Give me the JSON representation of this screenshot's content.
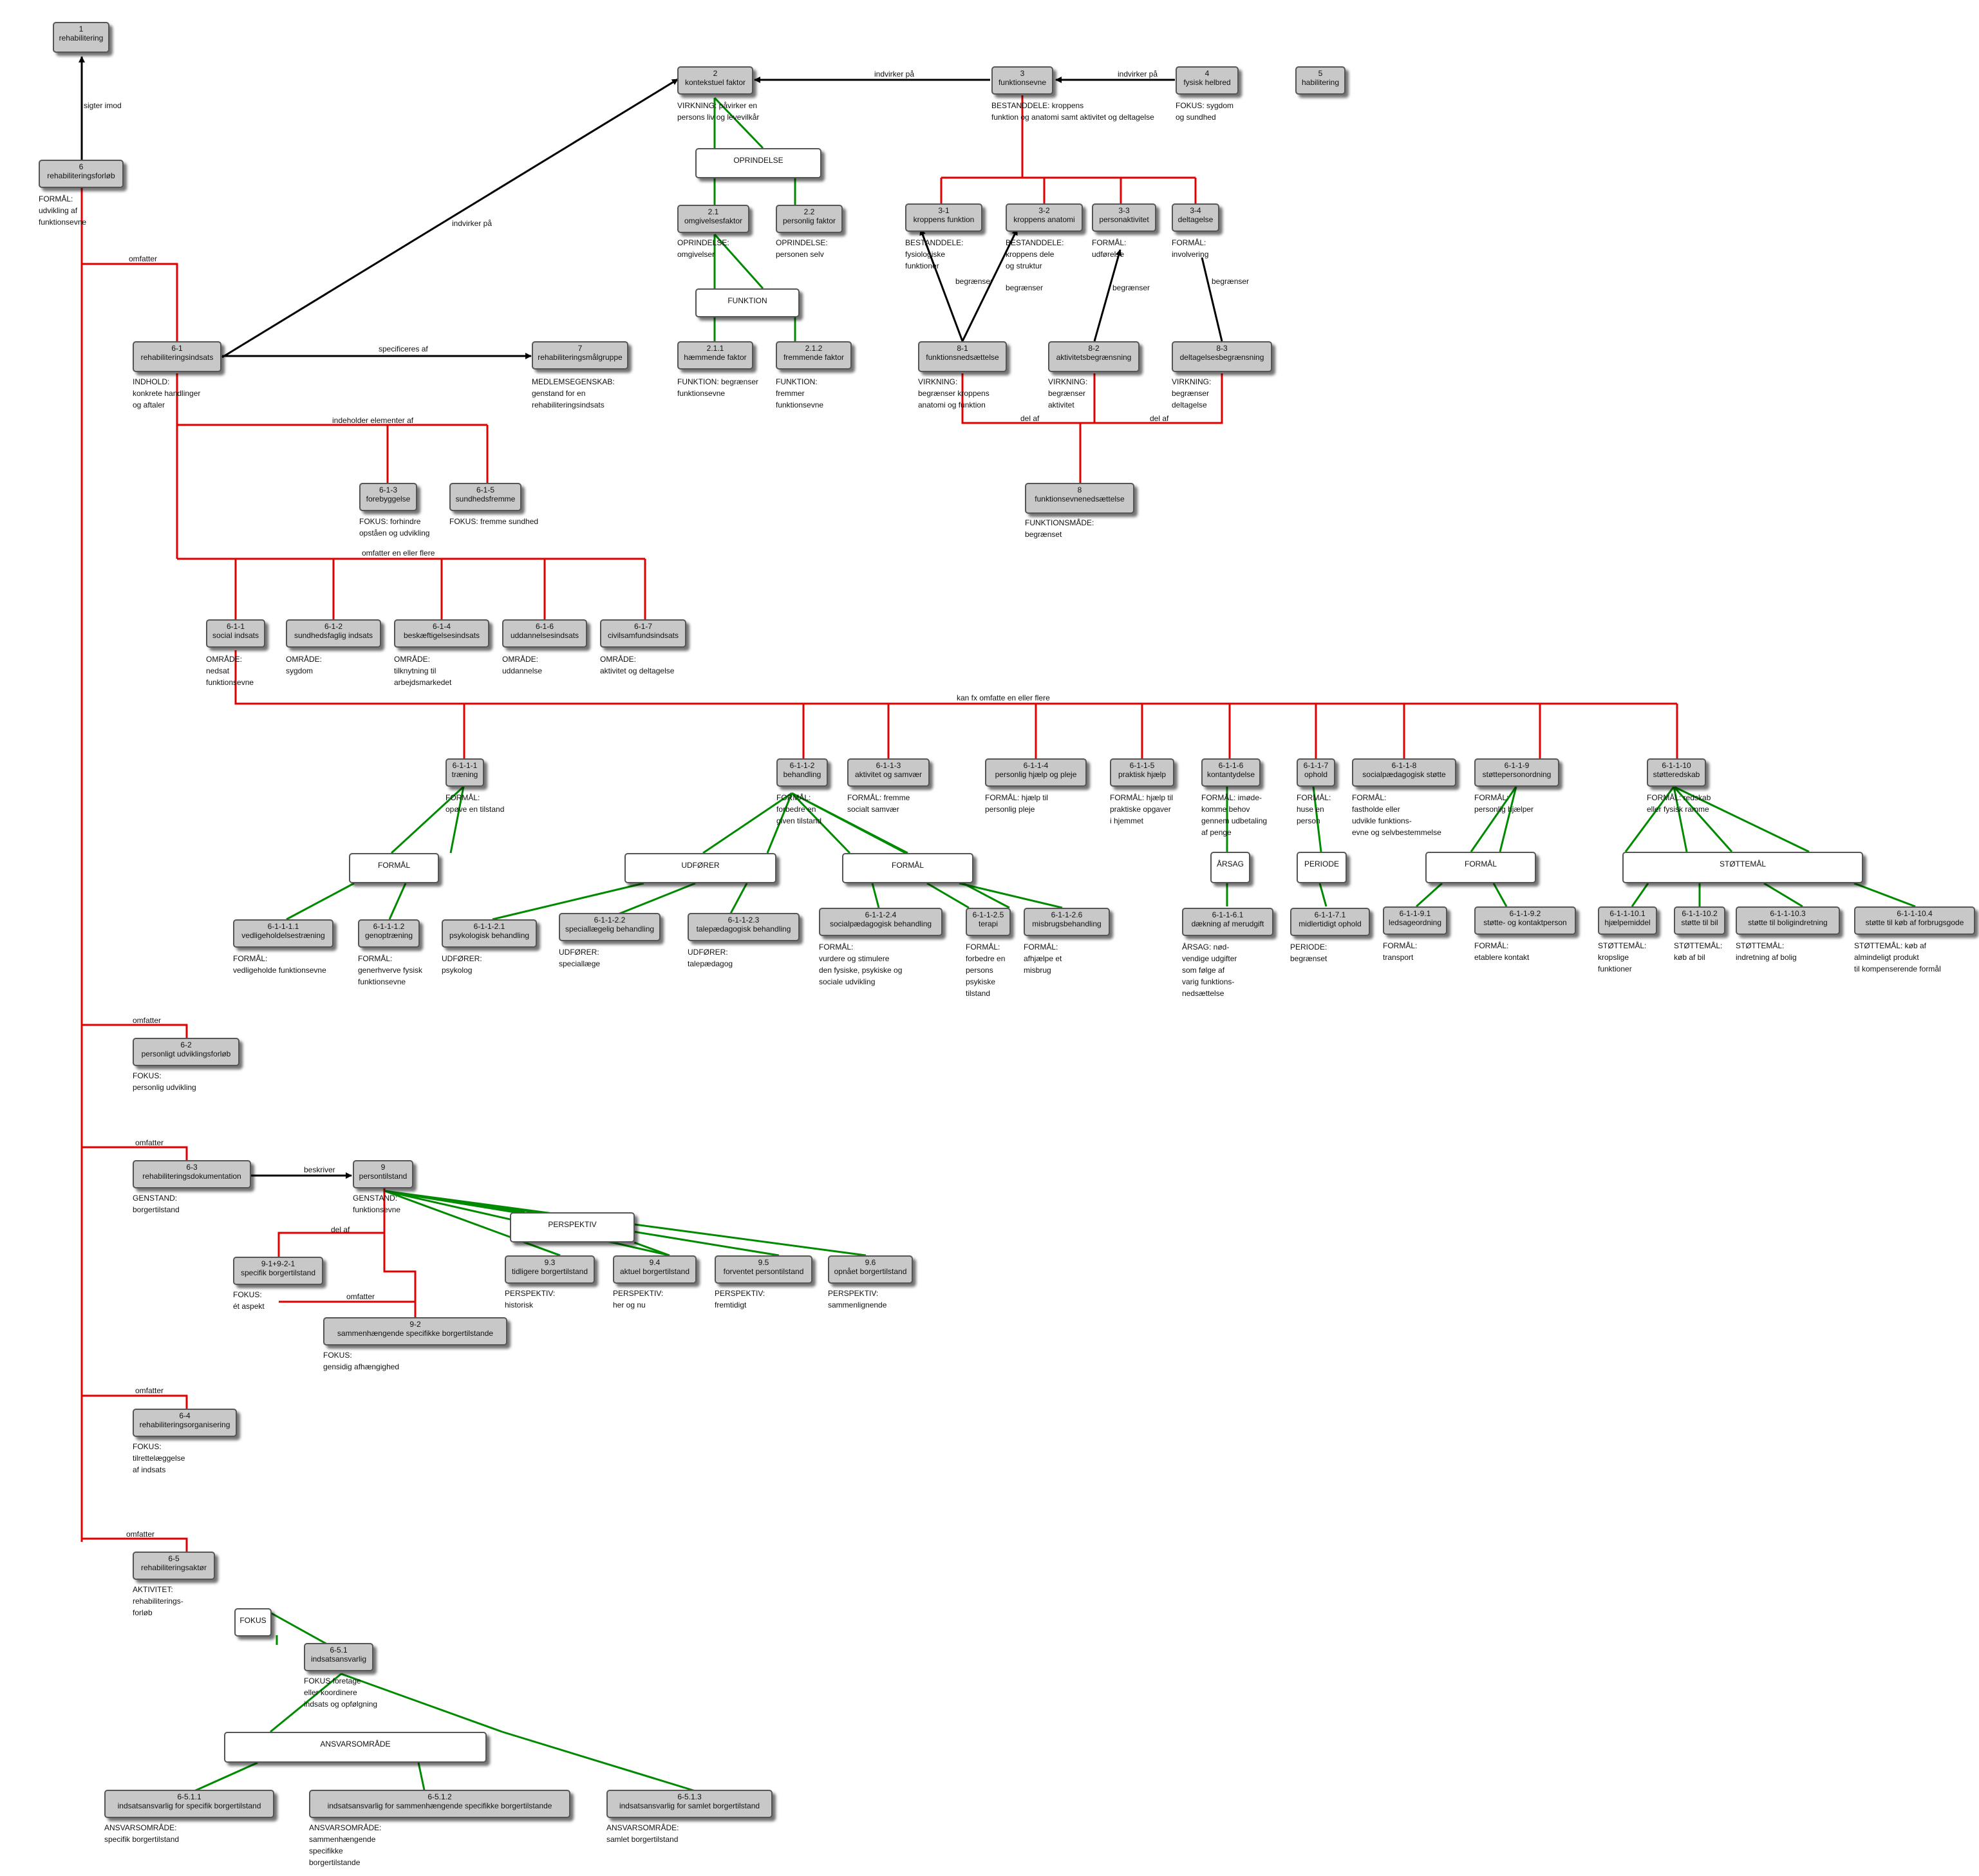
{
  "colors": {
    "hierarchy": "#e00000",
    "attribute": "#008a00",
    "relation": "#000000",
    "box_fill": "#c8c8c8"
  },
  "concepts": {
    "c1": {
      "num": "1",
      "label": "rehabilitering"
    },
    "c2": {
      "num": "2",
      "label": "kontekstuel faktor"
    },
    "c3": {
      "num": "3",
      "label": "funktionsevne"
    },
    "c4": {
      "num": "4",
      "label": "fysisk helbred"
    },
    "c5": {
      "num": "5",
      "label": "habilitering"
    },
    "c6": {
      "num": "6",
      "label": "rehabiliteringsforløb"
    },
    "c21": {
      "num": "2.1",
      "label": "omgivelsesfaktor"
    },
    "c22": {
      "num": "2.2",
      "label": "personlig faktor"
    },
    "c211": {
      "num": "2.1.1",
      "label": "hæmmende faktor"
    },
    "c212": {
      "num": "2.1.2",
      "label": "fremmende faktor"
    },
    "c31": {
      "num": "3-1",
      "label": "kroppens funktion"
    },
    "c32": {
      "num": "3-2",
      "label": "kroppens anatomi"
    },
    "c33": {
      "num": "3-3",
      "label": "personaktivitet"
    },
    "c34": {
      "num": "3-4",
      "label": "deltagelse"
    },
    "c81": {
      "num": "8-1",
      "label": "funktionsnedsættelse"
    },
    "c82": {
      "num": "8-2",
      "label": "aktivitetsbegrænsning"
    },
    "c83": {
      "num": "8-3",
      "label": "deltagelsesbegrænsning"
    },
    "c8": {
      "num": "8",
      "label": "funktionsevnenedsættelse"
    },
    "c61": {
      "num": "6-1",
      "label": "rehabiliteringsindsats"
    },
    "c7": {
      "num": "7",
      "label": "rehabiliteringsmålgruppe"
    },
    "c613": {
      "num": "6-1-3",
      "label": "forebyggelse"
    },
    "c615": {
      "num": "6-1-5",
      "label": "sundhedsfremme"
    },
    "c611": {
      "num": "6-1-1",
      "label": "social indsats"
    },
    "c612": {
      "num": "6-1-2",
      "label": "sundhedsfaglig indsats"
    },
    "c614": {
      "num": "6-1-4",
      "label": "beskæftigelsesindsats"
    },
    "c616": {
      "num": "6-1-6",
      "label": "uddannelsesindsats"
    },
    "c617": {
      "num": "6-1-7",
      "label": "civilsamfundsindsats"
    },
    "c6111": {
      "num": "6-1-1-1",
      "label": "træning"
    },
    "c6112": {
      "num": "6-1-1-2",
      "label": "behandling"
    },
    "c6113": {
      "num": "6-1-1-3",
      "label": "aktivitet og samvær"
    },
    "c6114": {
      "num": "6-1-1-4",
      "label": "personlig hjælp og pleje"
    },
    "c6115": {
      "num": "6-1-1-5",
      "label": "praktisk hjælp"
    },
    "c6116": {
      "num": "6-1-1-6",
      "label": "kontantydelse"
    },
    "c6117": {
      "num": "6-1-1-7",
      "label": "ophold"
    },
    "c6118": {
      "num": "6-1-1-8",
      "label": "socialpædagogisk støtte"
    },
    "c6119": {
      "num": "6-1-1-9",
      "label": "støttepersonordning"
    },
    "c61110": {
      "num": "6-1-1-10",
      "label": "støtteredskab"
    },
    "c61111": {
      "num": "6-1-1-1.1",
      "label": "vedligeholdelsestræning"
    },
    "c61112": {
      "num": "6-1-1-1.2",
      "label": "genoptræning"
    },
    "c61121": {
      "num": "6-1-1-2.1",
      "label": "psykologisk behandling"
    },
    "c61122": {
      "num": "6-1-1-2.2",
      "label": "speciallægelig behandling"
    },
    "c61123": {
      "num": "6-1-1-2.3",
      "label": "talepædagogisk behandling"
    },
    "c61124": {
      "num": "6-1-1-2.4",
      "label": "socialpædagogisk behandling"
    },
    "c61125": {
      "num": "6-1-1-2.5",
      "label": "terapi"
    },
    "c61126": {
      "num": "6-1-1-2.6",
      "label": "misbrugsbehandling"
    },
    "c61161": {
      "num": "6-1-1-6.1",
      "label": "dækning af merudgift"
    },
    "c61171": {
      "num": "6-1-1-7.1",
      "label": "midlertidigt ophold"
    },
    "c61191": {
      "num": "6-1-1-9.1",
      "label": "ledsageordning"
    },
    "c61192": {
      "num": "6-1-1-9.2",
      "label": "støtte- og kontaktperson"
    },
    "c611101": {
      "num": "6-1-1-10.1",
      "label": "hjælpemiddel"
    },
    "c611102": {
      "num": "6-1-1-10.2",
      "label": "støtte til bil"
    },
    "c611103": {
      "num": "6-1-1-10.3",
      "label": "støtte til boligindretning"
    },
    "c611104": {
      "num": "6-1-1-10.4",
      "label": "støtte til køb af forbrugsgode"
    },
    "c62": {
      "num": "6-2",
      "label": "personligt udviklingsforløb"
    },
    "c63": {
      "num": "6-3",
      "label": "rehabiliteringsdokumentation"
    },
    "c9": {
      "num": "9",
      "label": "persontilstand"
    },
    "c9121": {
      "num": "9-1+9-2-1",
      "label": "specifik borgertilstand"
    },
    "c92": {
      "num": "9-2",
      "label": "sammenhængende specifikke borgertilstande"
    },
    "c93": {
      "num": "9.3",
      "label": "tidligere borgertilstand"
    },
    "c94": {
      "num": "9.4",
      "label": "aktuel borgertilstand"
    },
    "c95": {
      "num": "9.5",
      "label": "forventet persontilstand"
    },
    "c96": {
      "num": "9.6",
      "label": "opnået borgertilstand"
    },
    "c64": {
      "num": "6-4",
      "label": "rehabiliteringsorganisering"
    },
    "c65": {
      "num": "6-5",
      "label": "rehabiliteringsaktør"
    },
    "c651": {
      "num": "6-5.1",
      "label": "indsatsansvarlig"
    },
    "c6511": {
      "num": "6-5.1.1",
      "label": "indsatsansvarlig for specifik borgertilstand"
    },
    "c6512": {
      "num": "6-5.1.2",
      "label": "indsatsansvarlig for sammenhængende specifikke borgertilstande"
    },
    "c6513": {
      "num": "6-5.1.3",
      "label": "indsatsansvarlig for samlet borgertilstand"
    }
  },
  "notes": {
    "n2": "VIRKNING: påvirker en\npersons liv og levevilkår",
    "n3": "BESTANDDELE: kroppens\nfunktion og anatomi samt aktivitet og deltagelse",
    "n4": "FOKUS: sygdom\nog sundhed",
    "n6": "FORMÅL:\nudvikling af\nfunktionsevne",
    "n21": "OPRINDELSE:\nomgivelser",
    "n22": "OPRINDELSE:\npersonen selv",
    "n211": "FUNKTION: begrænser\nfunktionsevne",
    "n212": "FUNKTION:\nfremmer\nfunktionsevne",
    "n31": "BESTANDDELE:\nfysiologiske\nfunktioner",
    "n32": "BESTANDDELE:\nkroppens dele\nog struktur",
    "n33": "FORMÅL:\nudførelse",
    "n34": "FORMÅL:\ninvolvering",
    "n81": "VIRKNING:\nbegrænser kroppens\nanatomi og funktion",
    "n82": "VIRKNING:\nbegrænser\naktivitet",
    "n83": "VIRKNING:\nbegrænser\ndeltagelse",
    "n8": "FUNKTIONSMÅDE:\nbegrænset",
    "n61": "INDHOLD:\nkonkrete handlinger\nog aftaler",
    "n7": "MEDLEMSEGENSKAB:\ngenstand for en\nrehabiliteringsindsats",
    "n613": "FOKUS: forhindre\nopståen og udvikling",
    "n615": "FOKUS: fremme sundhed",
    "n611": "OMRÅDE:\nnedsat\nfunktionsevne",
    "n612": "OMRÅDE:\nsygdom",
    "n614": "OMRÅDE:\ntilknytning til\narbejdsmarkedet",
    "n616": "OMRÅDE:\nuddannelse",
    "n617": "OMRÅDE:\naktivitet og deltagelse",
    "n6111": "FORMÅL:\nopøve en tilstand",
    "n6112": "FORMÅL:\nforbedre en\ngiven tilstand",
    "n6113": "FORMÅL: fremme\nsocialt samvær",
    "n6114": "FORMÅL: hjælp til\npersonlig pleje",
    "n6115": "FORMÅL: hjælp til\npraktiske opgaver\ni hjemmet",
    "n6116": "FORMÅL: imøde-\nkomme behov\ngennem udbetaling\naf penge",
    "n6117": "FORMÅL:\nhuse en\nperson",
    "n6118": "FORMÅL:\nfastholde eller\nudvikle funktions-\nevne og selvbestemmelse",
    "n6119": "FORMÅL:\npersonlig hjælper",
    "n61110": "FORMÅL: redskab\neller fysisk ramme",
    "n61111": "FORMÅL:\nvedligeholde funktionsevne",
    "n61112": "FORMÅL:\ngenerhverve fysisk\nfunktionsevne",
    "n61121": "UDFØRER:\npsykolog",
    "n61122": "UDFØRER:\nspeciallæge",
    "n61123": "UDFØRER:\ntalepædagog",
    "n61124": "FORMÅL:\nvurdere og stimulere\nden fysiske, psykiske og\nsociale udvikling",
    "n61125": "FORMÅL:\nforbedre en\npersons\npsykiske\ntilstand",
    "n61126": "FORMÅL:\nafhjælpe et\nmisbrug",
    "n61161": "ÅRSAG: nød-\nvendige udgifter\nsom følge af\nvarig funktions-\nnedsættelse",
    "n61171": "PERIODE:\nbegrænset",
    "n61191": "FORMÅL:\ntransport",
    "n61192": "FORMÅL:\netablere kontakt",
    "n611101": "STØTTEMÅL:\nkropslige\nfunktioner",
    "n611102": "STØTTEMÅL:\nkøb af bil",
    "n611103": "STØTTEMÅL:\nindretning af bolig",
    "n611104": "STØTTEMÅL: køb af\nalmindeligt produkt\ntil kompenserende formål",
    "n62": "FOKUS:\npersonlig udvikling",
    "n63": "GENSTAND:\nborgertilstand",
    "n9": "GENSTAND:\nfunktionsevne",
    "n9121": "FOKUS:\nét aspekt",
    "n92": "FOKUS:\ngensidig afhængighed",
    "n93": "PERSPEKTIV:\nhistorisk",
    "n94": "PERSPEKTIV:\nher og nu",
    "n95": "PERSPEKTIV:\nfremtidigt",
    "n96": "PERSPEKTIV:\nsammenlignende",
    "n64": "FOKUS:\ntilrettelæggelse\naf indsats",
    "n65": "AKTIVITET:\nrehabiliterings-\nforløb",
    "n651": "FOKUS foretage\neller koordinere\nindsats og opfølgning",
    "n6511": "ANSVARSOMRÅDE:\nspecifik borgertilstand",
    "n6512": "ANSVARSOMRÅDE:\nsammenhængende\nspecifikke\nborgertilstande",
    "n6513": "ANSVARSOMRÅDE:\nsamlet borgertilstand"
  },
  "categories": {
    "k_oprindelse": "OPRINDELSE",
    "k_funktion": "FUNKTION",
    "k_formaal_traening": "FORMÅL",
    "k_udforer": "UDFØRER",
    "k_formaal_behandling": "FORMÅL",
    "k_aarsag": "ÅRSAG",
    "k_periode": "PERIODE",
    "k_formaal_stotte": "FORMÅL",
    "k_stottemaal": "STØTTEMÅL",
    "k_perspektiv": "PERSPEKTIV",
    "k_fokus": "FOKUS",
    "k_ansvarsomraade": "ANSVARSOMRÅDE"
  },
  "relations": {
    "r_sigter": "sigter imod",
    "r_indvirker_a": "indvirker på",
    "r_indvirker_b": "indvirker på",
    "r_indvirker_c": "indvirker på",
    "r_specificeres": "specificeres af",
    "r_begraenser_a": "begrænser",
    "r_begraenser_b": "begrænser",
    "r_begraenser_c": "begrænser",
    "r_begraenser_d": "begrænser",
    "r_delaf_a": "del af",
    "r_delaf_b": "del af",
    "r_delaf_c": "del af",
    "r_omfatter_a": "omfatter",
    "r_omfatter_b": "omfatter",
    "r_omfatter_c": "omfatter",
    "r_omfatter_d": "omfatter",
    "r_omfatter_e": "omfatter",
    "r_omfatter_f": "omfatter",
    "r_indeholder": "indeholder elementer af",
    "r_omfatter_flere": "omfatter en eller flere",
    "r_kanfx": "kan fx omfatte en eller flere",
    "r_beskriver": "beskriver"
  }
}
